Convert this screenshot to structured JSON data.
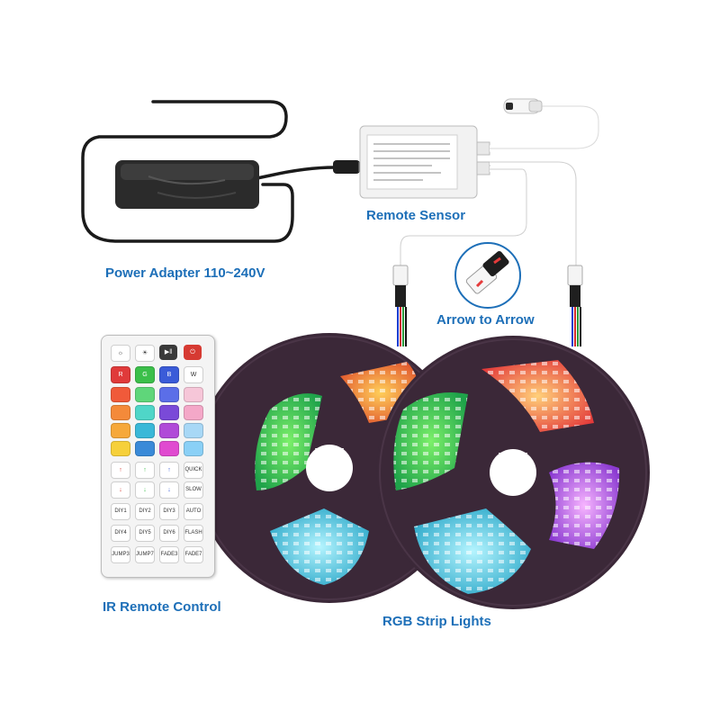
{
  "labels": {
    "power_adapter": "Power Adapter 110~240V",
    "remote_sensor": "Remote Sensor",
    "arrow_to_arrow": "Arrow to Arrow",
    "ir_remote": "IR Remote Control",
    "rgb_strip": "RGB Strip Lights"
  },
  "colors": {
    "label_blue": "#1d6fb8",
    "reel_dark": "#3b2838",
    "adapter": "#2b2b2b"
  },
  "remote": {
    "top_row": [
      {
        "icon": "brightness-up-icon",
        "glyph": "☼"
      },
      {
        "icon": "brightness-down-icon",
        "glyph": "☀"
      },
      {
        "icon": "play-pause-icon",
        "glyph": "▶‖"
      },
      {
        "icon": "power-icon",
        "glyph": "⏻"
      }
    ],
    "rgbw": [
      "R",
      "G",
      "B",
      "W"
    ],
    "arrows": [
      "↑",
      "↑",
      "↑",
      "↓",
      "↓",
      "↓"
    ],
    "mode_buttons": [
      "QUICK",
      "SLOW",
      "DIY1",
      "DIY2",
      "DIY3",
      "AUTO",
      "DIY4",
      "DIY5",
      "DIY6",
      "FLASH",
      "JUMP3",
      "JUMP7",
      "FADE3",
      "FADE7"
    ]
  }
}
